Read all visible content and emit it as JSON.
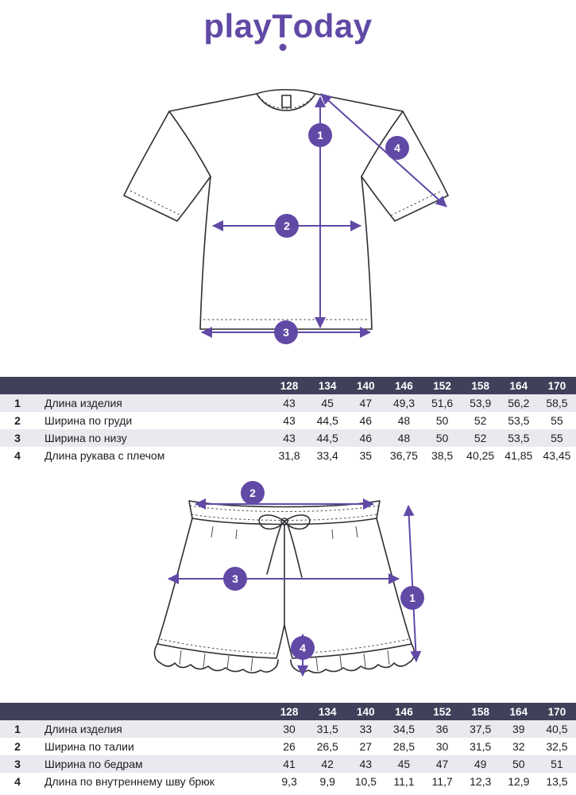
{
  "logo": {
    "pre": "play",
    "t": "T",
    "post": "oday"
  },
  "colors": {
    "accent": "#6149a6",
    "header_bg": "#40405a",
    "row_alt": "#e9e9ef"
  },
  "markers": [
    "1",
    "2",
    "3",
    "4"
  ],
  "size_header": [
    "128",
    "134",
    "140",
    "146",
    "152",
    "158",
    "164",
    "170"
  ],
  "tshirt": {
    "rows": [
      {
        "num": "1",
        "label": "Длина изделия",
        "values": [
          "43",
          "45",
          "47",
          "49,3",
          "51,6",
          "53,9",
          "56,2",
          "58,5"
        ]
      },
      {
        "num": "2",
        "label": "Ширина по груди",
        "values": [
          "43",
          "44,5",
          "46",
          "48",
          "50",
          "52",
          "53,5",
          "55"
        ]
      },
      {
        "num": "3",
        "label": "Ширина по низу",
        "values": [
          "43",
          "44,5",
          "46",
          "48",
          "50",
          "52",
          "53,5",
          "55"
        ]
      },
      {
        "num": "4",
        "label": "Длина рукава с плечом",
        "values": [
          "31,8",
          "33,4",
          "35",
          "36,75",
          "38,5",
          "40,25",
          "41,85",
          "43,45"
        ]
      }
    ]
  },
  "shorts": {
    "rows": [
      {
        "num": "1",
        "label": "Длина изделия",
        "values": [
          "30",
          "31,5",
          "33",
          "34,5",
          "36",
          "37,5",
          "39",
          "40,5"
        ]
      },
      {
        "num": "2",
        "label": "Ширина по талии",
        "values": [
          "26",
          "26,5",
          "27",
          "28,5",
          "30",
          "31,5",
          "32",
          "32,5"
        ]
      },
      {
        "num": "3",
        "label": "Ширина по бедрам",
        "values": [
          "41",
          "42",
          "43",
          "45",
          "47",
          "49",
          "50",
          "51"
        ]
      },
      {
        "num": "4",
        "label": "Длина по внутреннему шву брюк",
        "values": [
          "9,3",
          "9,9",
          "10,5",
          "11,1",
          "11,7",
          "12,3",
          "12,9",
          "13,5"
        ]
      }
    ]
  }
}
